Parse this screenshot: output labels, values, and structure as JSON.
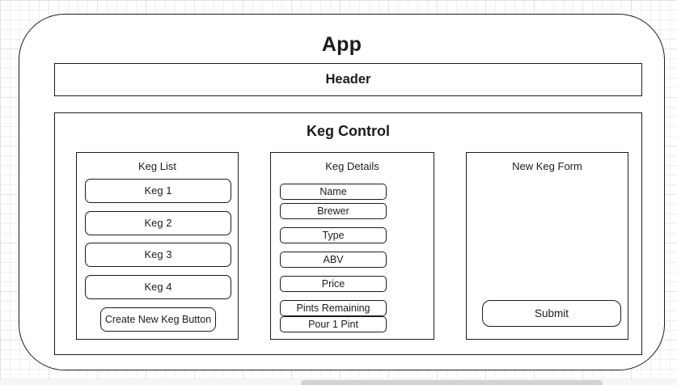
{
  "canvas": {
    "app": {
      "title": "App",
      "header": {
        "label": "Header"
      },
      "keg_control": {
        "title": "Keg Control",
        "keg_list": {
          "title": "Keg List",
          "items": [
            "Keg 1",
            "Keg 2",
            "Keg 3",
            "Keg 4"
          ],
          "create_button_label": "Create New Keg Button"
        },
        "keg_details": {
          "title": "Keg Details",
          "fields": [
            "Name",
            "Brewer",
            "Type",
            "ABV",
            "Price",
            "Pints Remaining",
            "Pour 1 Pint"
          ]
        },
        "new_keg_form": {
          "title": "New Keg Form",
          "submit_label": "Submit"
        }
      }
    },
    "colors": {
      "stroke": "#1c1c1c",
      "grid_minor": "#f1eeee",
      "grid_major": "#e4e1e1",
      "scrollbar_track": "#f7f6f7",
      "scrollbar_thumb": "#d2d1d3"
    }
  }
}
